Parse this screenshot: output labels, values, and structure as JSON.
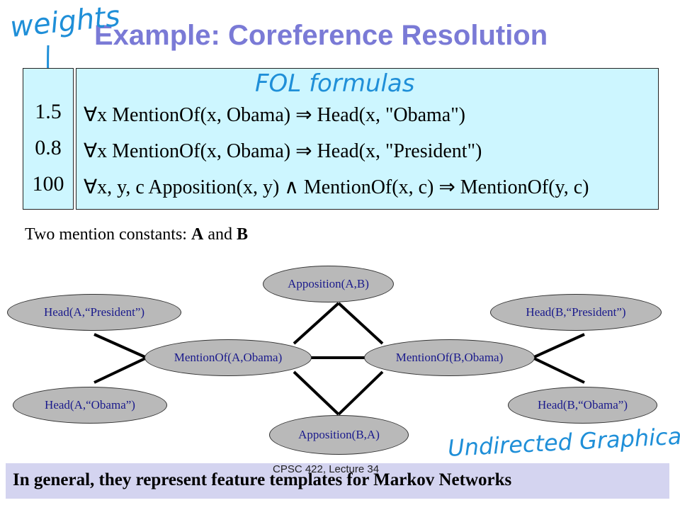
{
  "title": "Example: Coreference Resolution",
  "annotations": {
    "weights": "weights",
    "fol_formulas": "FOL formulas",
    "undirected": "Undirected Graphical"
  },
  "weights": [
    "1.5",
    "0.8",
    "100"
  ],
  "formulas": [
    "∀x MentionOf(x, Obama) ⇒ Head(x, \"Obama\")",
    "∀x MentionOf(x, Obama) ⇒ Head(x, \"President\")",
    "∀x, y, c Apposition(x, y) ∧ MentionOf(x, c) ⇒ MentionOf(y, c)"
  ],
  "constants": {
    "prefix": "Two mention constants:",
    "a": "A",
    "and": "and",
    "b": "B"
  },
  "graph": {
    "nodes": {
      "apposition_ab": "Apposition(A,B)",
      "head_a_president": "Head(A,“President”)",
      "head_b_president": "Head(B,“President”)",
      "mentionof_a_obama": "MentionOf(A,Obama)",
      "mentionof_b_obama": "MentionOf(B,Obama)",
      "head_a_obama": "Head(A,“Obama”)",
      "head_b_obama": "Head(B,“Obama”)",
      "apposition_ba": "Apposition(B,A)"
    }
  },
  "footer": {
    "text": "In general, they represent feature templates for Markov Networks",
    "lecture": "CPSC 422, Lecture 34"
  },
  "colors": {
    "title": "#7a7ad6",
    "handwriting": "#1f8fd8",
    "formula_box": "#cdf6ff",
    "node_fill": "#b9b9b9",
    "node_text": "#1a1a8c",
    "footer_bar": "#d4d4f0"
  }
}
